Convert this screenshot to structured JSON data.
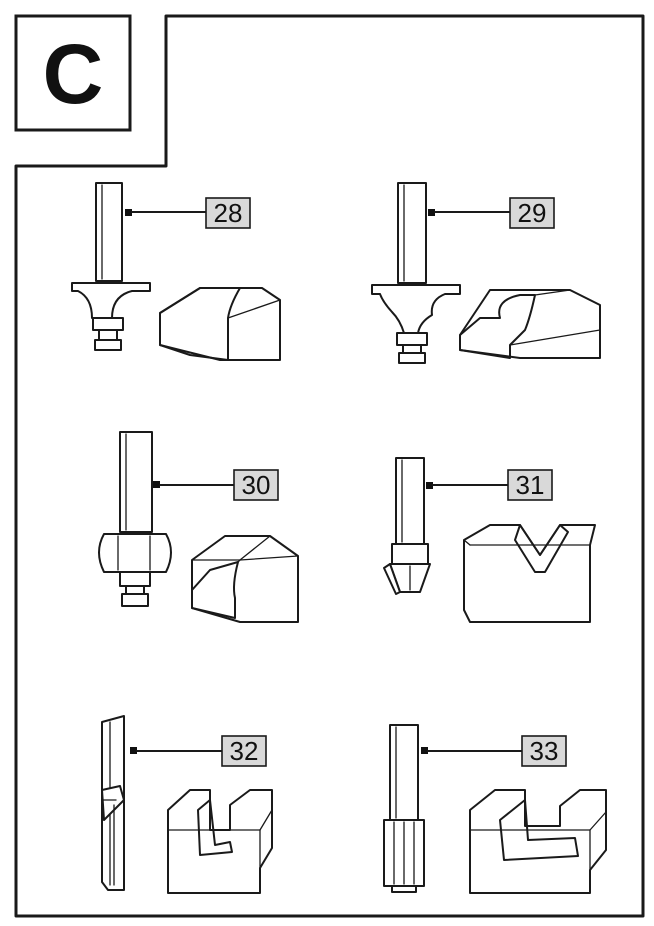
{
  "section_letter": "C",
  "items": [
    {
      "number": "28"
    },
    {
      "number": "29"
    },
    {
      "number": "30"
    },
    {
      "number": "31"
    },
    {
      "number": "32"
    },
    {
      "number": "33"
    }
  ]
}
